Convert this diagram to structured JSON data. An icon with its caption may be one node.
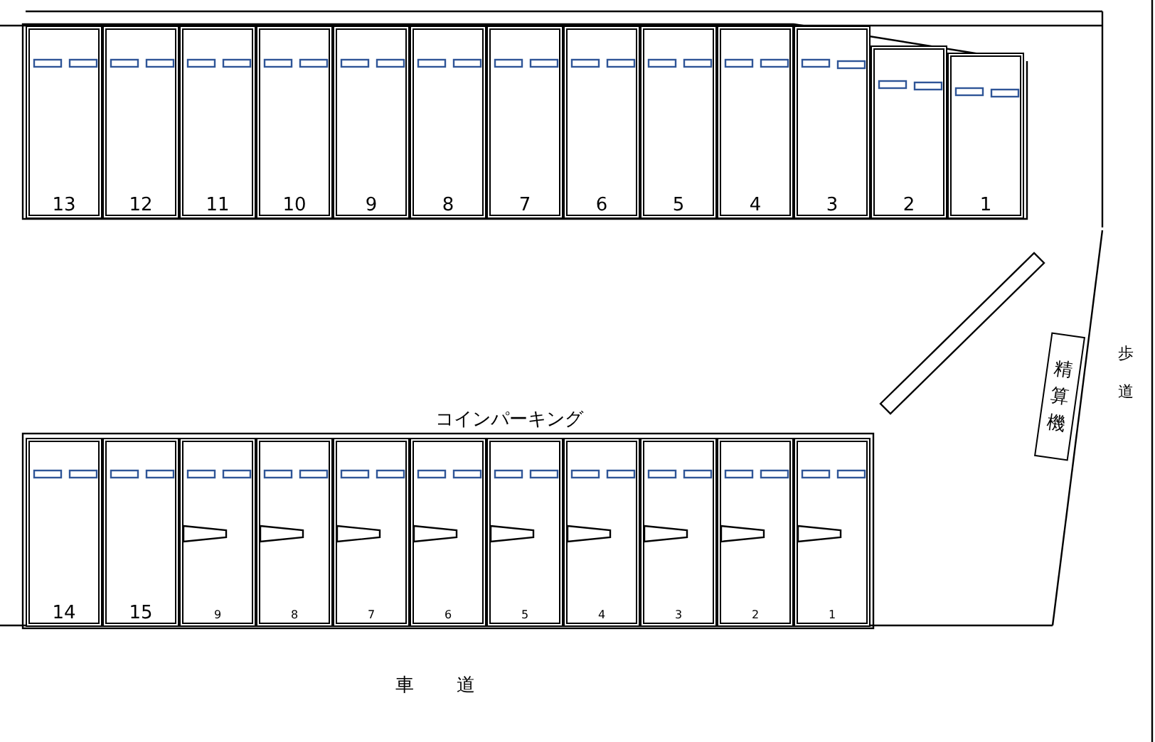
{
  "diagram": {
    "nodes": [
      {
        "text": [
          "13"
        ]
      },
      {
        "text": [
          "12"
        ]
      },
      {
        "text": [
          "11"
        ]
      },
      {
        "text": [
          "10"
        ]
      },
      {
        "text": [
          "9"
        ]
      },
      {
        "text": [
          "8"
        ]
      },
      {
        "text": [
          "7"
        ]
      },
      {
        "text": [
          "6"
        ]
      },
      {
        "text": [
          "5"
        ]
      },
      {
        "text": [
          "4"
        ]
      },
      {
        "text": [
          "3"
        ]
      },
      {
        "text": [
          "2"
        ]
      },
      {
        "text": [
          "1"
        ]
      },
      {
        "text": [
          "14"
        ]
      },
      {
        "text": [
          "15"
        ]
      },
      {
        "text": [
          "9"
        ]
      },
      {
        "text": [
          "8"
        ]
      },
      {
        "text": [
          "7"
        ]
      },
      {
        "text": [
          "6"
        ]
      },
      {
        "text": [
          "5"
        ]
      },
      {
        "text": [
          "4"
        ]
      },
      {
        "text": [
          "3"
        ]
      },
      {
        "text": [
          "2"
        ]
      },
      {
        "text": [
          "1"
        ]
      },
      {
        "text": [
          "精算機"
        ]
      }
    ],
    "labels": [
      "コインパーキング",
      "歩道",
      "車道"
    ]
  }
}
